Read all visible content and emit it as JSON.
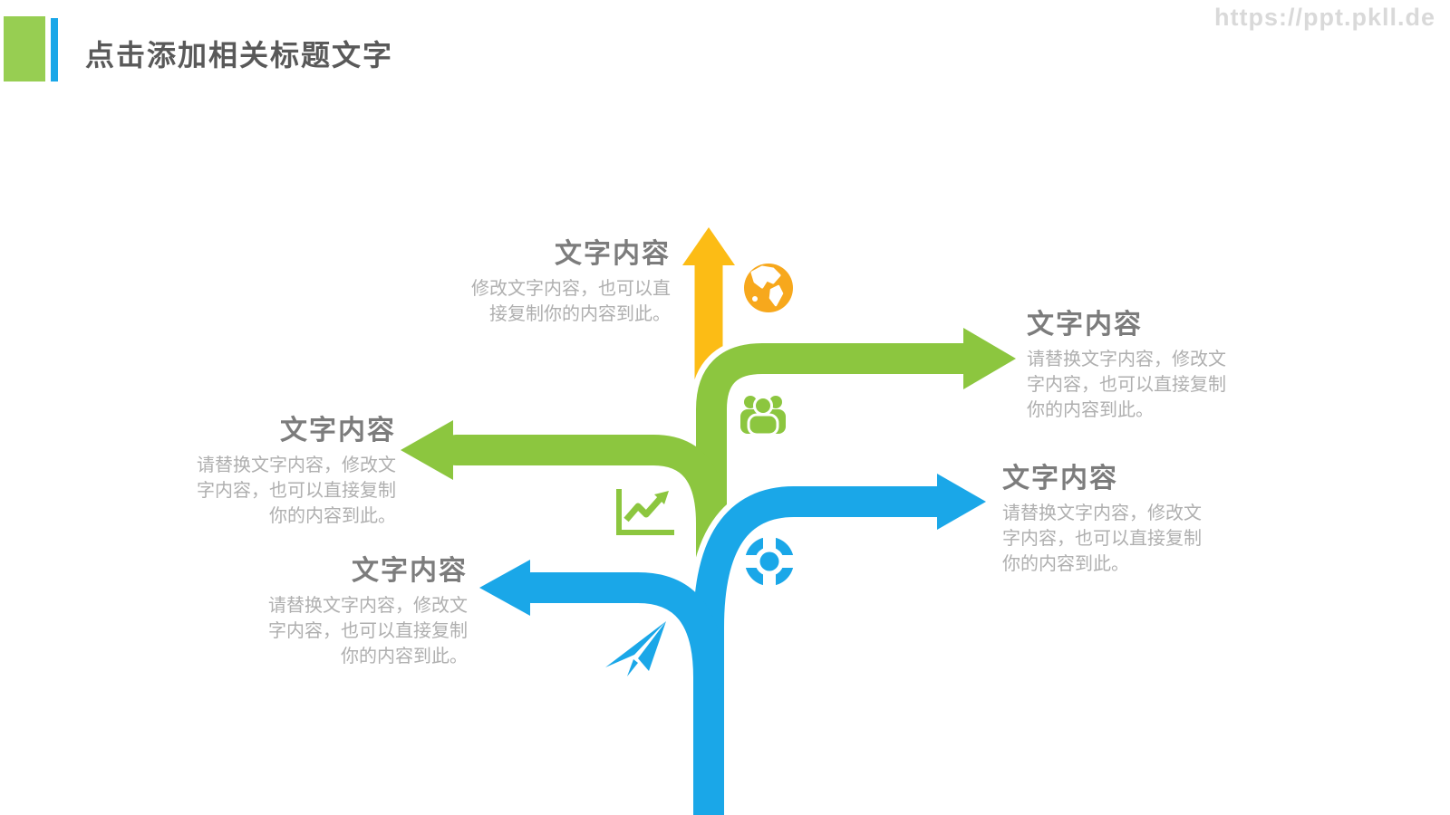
{
  "slide": {
    "title": "点击添加相关标题文字",
    "watermark": "https://ppt.pkll.de"
  },
  "colors": {
    "green": "#8CC63F",
    "blue": "#1AA7E8",
    "yellow": "#FCBC15",
    "orange": "#F7A81C",
    "accent_square_green": "#97CE52",
    "accent_bar_blue": "#1AA7E8",
    "heading_gray": "#7C7C7C",
    "body_gray": "#AFAFAF",
    "title_gray": "#595959",
    "watermark_gray": "#D9D9D9"
  },
  "branches": {
    "top": {
      "heading": "文字内容",
      "body": "修改文字内容，也可以直\n接复制你的内容到此。",
      "icon": "globe-icon",
      "arrow_direction": "up",
      "arrow_color": "#FCBC15"
    },
    "right_green": {
      "heading": "文字内容",
      "body": "请替换文字内容，修改文\n字内容，也可以直接复制\n你的内容到此。",
      "icon": "people-icon",
      "arrow_direction": "right",
      "arrow_color": "#8CC63F"
    },
    "left_green": {
      "heading": "文字内容",
      "body": "请替换文字内容，修改文\n字内容，也可以直接复制\n你的内容到此。",
      "icon": "line-chart-icon",
      "arrow_direction": "left",
      "arrow_color": "#8CC63F"
    },
    "right_blue": {
      "heading": "文字内容",
      "body": "请替换文字内容，修改文\n字内容，也可以直接复制\n你的内容到此。",
      "icon": "life-ring-icon",
      "arrow_direction": "right",
      "arrow_color": "#1AA7E8"
    },
    "left_blue": {
      "heading": "文字内容",
      "body": "请替换文字内容，修改文\n字内容，也可以直接复制\n你的内容到此。",
      "icon": "paper-plane-icon",
      "arrow_direction": "left",
      "arrow_color": "#1AA7E8"
    }
  }
}
